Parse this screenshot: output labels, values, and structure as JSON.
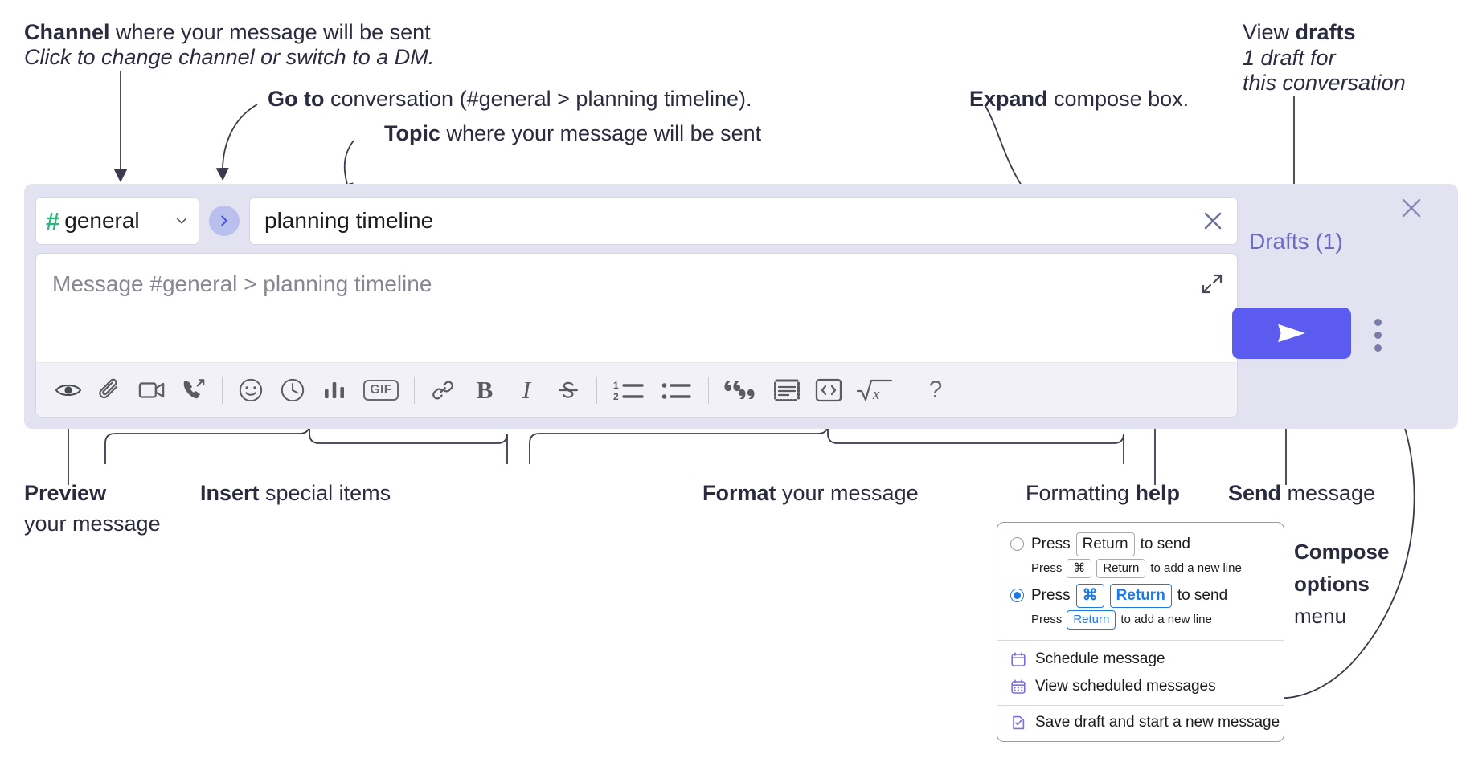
{
  "annotations": {
    "channel": {
      "bold": "Channel",
      "rest": " where your message will be sent",
      "italic": "Click to change channel or switch to a DM."
    },
    "goto": {
      "bold": "Go to",
      "rest": " conversation (#general > planning timeline)."
    },
    "topic": {
      "bold": "Topic",
      "rest": " where your message will be sent"
    },
    "expand": {
      "bold": "Expand",
      "rest": " compose box."
    },
    "drafts": {
      "line1_plain": "View ",
      "line1_bold": "drafts",
      "line2": "1 draft for",
      "line3": "this conversation"
    },
    "preview": {
      "bold": "Preview",
      "line2": "your message"
    },
    "insert": {
      "bold": "Insert",
      "rest": " special items"
    },
    "format": {
      "bold": "Format",
      "rest": " your message"
    },
    "help": {
      "plain": "Formatting ",
      "bold": "help"
    },
    "send": {
      "bold": "Send",
      "rest": " message"
    },
    "compose_options": {
      "line1": "Compose",
      "line2": "options",
      "line3": "menu"
    }
  },
  "compose": {
    "channel_name": "general",
    "hash_symbol": "#",
    "topic_value": "planning timeline",
    "message_placeholder": "Message #general > planning timeline",
    "drafts_label": "Drafts (1)",
    "toolbar": [
      {
        "name": "preview-icon",
        "label": "Preview"
      },
      {
        "name": "paperclip-icon",
        "label": "Attach file"
      },
      {
        "name": "video-camera-icon",
        "label": "Record video clip"
      },
      {
        "name": "phone-forward-icon",
        "label": "Record audio clip"
      },
      {
        "name": "divider",
        "label": ""
      },
      {
        "name": "emoji-icon",
        "label": "Emoji"
      },
      {
        "name": "clock-icon",
        "label": "Recent"
      },
      {
        "name": "poll-icon",
        "label": "Poll"
      },
      {
        "name": "gif-icon",
        "label": "GIF"
      },
      {
        "name": "divider",
        "label": ""
      },
      {
        "name": "link-icon",
        "label": "Link"
      },
      {
        "name": "bold-icon",
        "label": "B"
      },
      {
        "name": "italic-icon",
        "label": "I"
      },
      {
        "name": "strikethrough-icon",
        "label": "S"
      },
      {
        "name": "divider",
        "label": ""
      },
      {
        "name": "ordered-list-icon",
        "label": "Ordered list"
      },
      {
        "name": "bulleted-list-icon",
        "label": "Bulleted list"
      },
      {
        "name": "divider",
        "label": ""
      },
      {
        "name": "blockquote-icon",
        "label": "Blockquote"
      },
      {
        "name": "code-block-icon",
        "label": "Code block"
      },
      {
        "name": "inline-code-icon",
        "label": "Code"
      },
      {
        "name": "latex-icon",
        "label": "Math"
      },
      {
        "name": "divider",
        "label": ""
      },
      {
        "name": "help-icon",
        "label": "?"
      }
    ],
    "gif_label": "GIF",
    "bold_label": "B",
    "italic_label": "I",
    "strike_label": "S",
    "help_label": "?"
  },
  "menu": {
    "option1": {
      "prefix": "Press ",
      "key1": "Return",
      "suffix": " to send",
      "sub_prefix": "Press ",
      "sub_key1": "⌘",
      "sub_key2": "Return",
      "sub_suffix": " to add a new line",
      "selected": false
    },
    "option2": {
      "prefix": "Press ",
      "key1": "⌘",
      "key2": "Return",
      "suffix": " to send",
      "sub_prefix": "Press ",
      "sub_key1": "Return",
      "sub_suffix": " to add a new line",
      "selected": true
    },
    "items": [
      {
        "icon": "calendar-clock-icon",
        "label": "Schedule message"
      },
      {
        "icon": "calendar-grid-icon",
        "label": "View scheduled messages"
      }
    ],
    "save_draft": {
      "icon": "document-check-icon",
      "label": "Save draft and start a new message"
    }
  },
  "colors": {
    "send_button": "#5b5bf0",
    "widget_bg": "#e2e2f0",
    "hash_green": "#2eb67d",
    "drafts_text": "#6b6bbf",
    "radio_blue": "#1d78e8",
    "menu_icon_purple": "#7a6fe0",
    "anno_text": "#2b2b40"
  }
}
